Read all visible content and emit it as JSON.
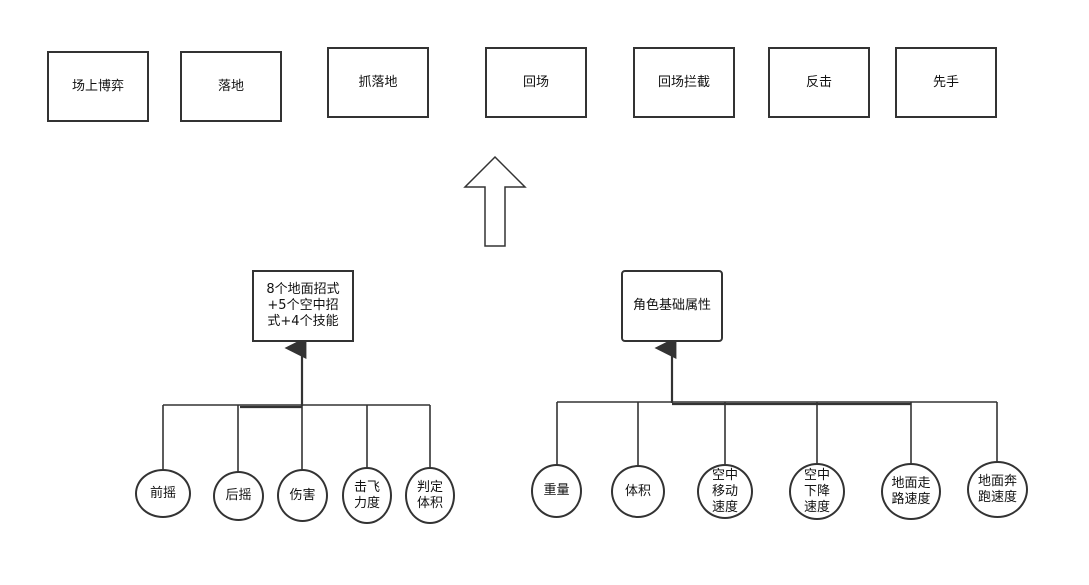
{
  "top_row": [
    {
      "id": "top-field-play",
      "label": "场上博弈"
    },
    {
      "id": "top-landing",
      "label": "落地"
    },
    {
      "id": "top-catch-landing",
      "label": "抓落地"
    },
    {
      "id": "top-return",
      "label": "回场"
    },
    {
      "id": "top-return-intercept",
      "label": "回场拦截"
    },
    {
      "id": "top-counterattack",
      "label": "反击"
    },
    {
      "id": "top-first-hand",
      "label": "先手"
    }
  ],
  "moves_box": {
    "label": "8个地面招式\n+5个空中招\n式+4个技能"
  },
  "attributes_box": {
    "label": "角色基础属性"
  },
  "move_props": [
    {
      "id": "prop-startup",
      "label": "前摇"
    },
    {
      "id": "prop-recovery",
      "label": "后摇"
    },
    {
      "id": "prop-damage",
      "label": "伤害"
    },
    {
      "id": "prop-knockback",
      "label": "击飞\n力度"
    },
    {
      "id": "prop-hitbox",
      "label": "判定\n体积"
    }
  ],
  "char_props": [
    {
      "id": "prop-weight",
      "label": "重量"
    },
    {
      "id": "prop-volume",
      "label": "体积"
    },
    {
      "id": "prop-air-speed",
      "label": "空中\n移动\n速度"
    },
    {
      "id": "prop-fall-speed",
      "label": "空中\n下降\n速度"
    },
    {
      "id": "prop-walk-speed",
      "label": "地面走\n路速度"
    },
    {
      "id": "prop-run-speed",
      "label": "地面奔\n跑速度"
    }
  ],
  "colors": {
    "stroke": "#333333",
    "background": "#ffffff"
  }
}
